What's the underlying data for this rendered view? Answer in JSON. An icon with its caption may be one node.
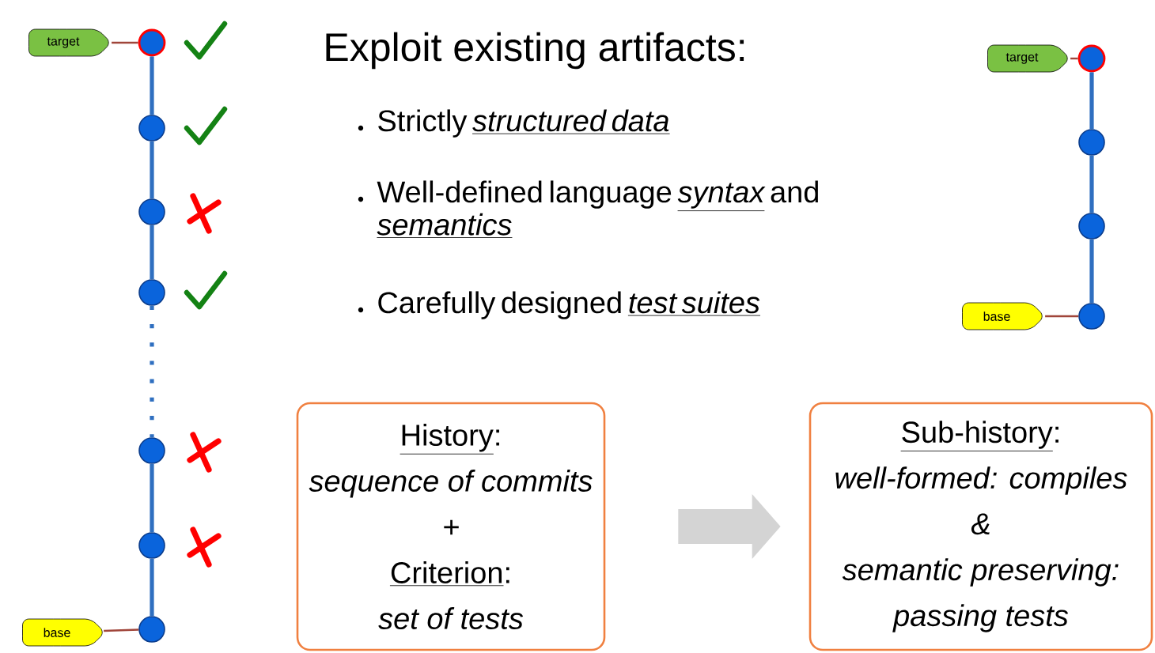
{
  "diagram": {
    "title": "Exploit existing artifacts:",
    "nodes": [
      {
        "text": [
          "target"
        ]
      },
      {
        "text": [
          "base"
        ]
      },
      {
        "text": [],
        "shape": "circle"
      },
      {
        "text": [],
        "shape": "circle"
      },
      {
        "text": [],
        "shape": "circle"
      },
      {
        "text": [],
        "shape": "circle"
      },
      {
        "text": [],
        "shape": "circle"
      },
      {
        "text": [],
        "shape": "circle"
      },
      {
        "text": [],
        "shape": "circle"
      },
      {
        "text": [
          "target"
        ]
      },
      {
        "text": [
          "base"
        ]
      },
      {
        "text": [],
        "shape": "circle"
      },
      {
        "text": [],
        "shape": "circle"
      },
      {
        "text": [],
        "shape": "circle"
      },
      {
        "text": [],
        "shape": "circle"
      },
      {
        "text": [
          "**History**:",
          "sequence of commits",
          "+",
          "**Criterion**:",
          "set of tests"
        ]
      },
      {
        "text": [
          "**Sub-history**:",
          "well-formed: compiles",
          "&",
          "semantic preserving:",
          "passing tests"
        ]
      }
    ],
    "edges": [
      {
        "from": 0,
        "to": 2,
        "arrow": "none",
        "color": "#a0453a"
      },
      {
        "from": 1,
        "to": 8,
        "arrow": "none",
        "color": "#a0453a"
      },
      {
        "from": 2,
        "to": 3,
        "arrow": "none"
      },
      {
        "from": 3,
        "to": 4,
        "arrow": "none"
      },
      {
        "from": 4,
        "to": 5,
        "arrow": "none"
      },
      {
        "from": 5,
        "to": 6,
        "arrow": "none",
        "style": "dashed"
      },
      {
        "from": 6,
        "to": 7,
        "arrow": "none"
      },
      {
        "from": 7,
        "to": 8,
        "arrow": "none"
      },
      {
        "from": 9,
        "to": 11,
        "arrow": "none",
        "color": "#a0453a"
      },
      {
        "from": 10,
        "to": 14,
        "arrow": "none",
        "color": "#a0453a"
      },
      {
        "from": 11,
        "to": 12,
        "arrow": "none"
      },
      {
        "from": 12,
        "to": 13,
        "arrow": "none"
      },
      {
        "from": 13,
        "to": 14,
        "arrow": "none"
      },
      {
        "from": 15,
        "to": 16,
        "arrow": "to",
        "style": "thick",
        "color": "#d4d4d4"
      }
    ],
    "labels": [
      "Strictly *structured data*",
      "Well-defined language *syntax* and *semantics*",
      "Carefully designed *test suites*"
    ]
  }
}
